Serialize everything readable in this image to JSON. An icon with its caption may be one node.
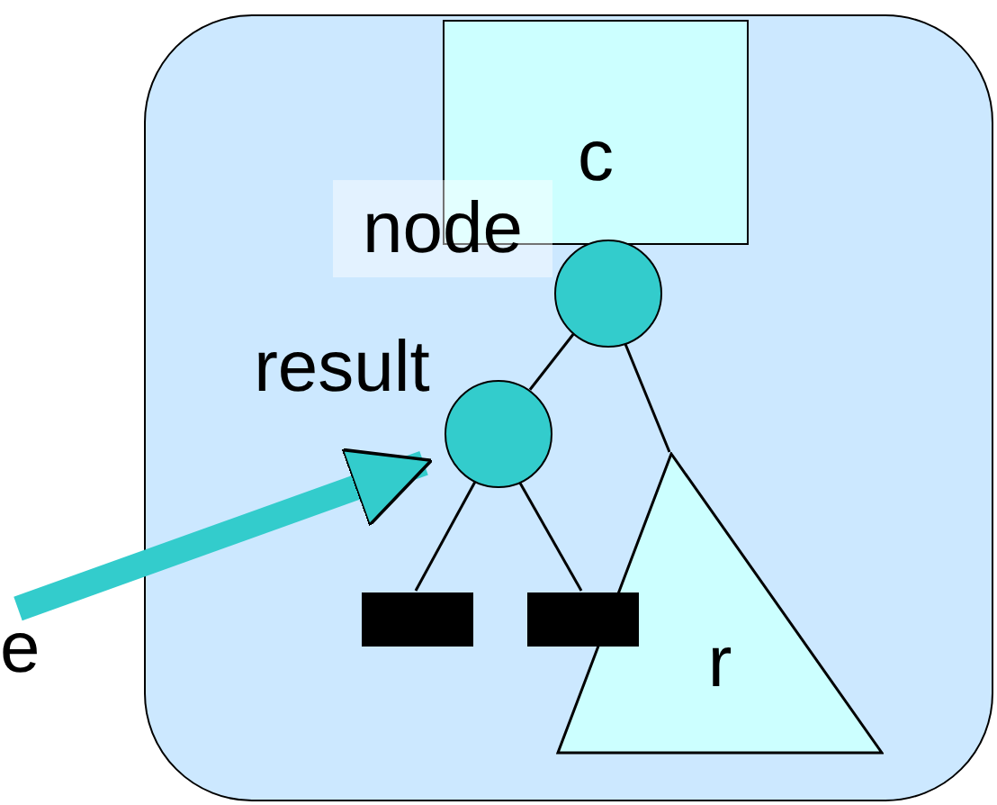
{
  "diagram": {
    "nodes": [
      {
        "text": [],
        "shape": "box"
      },
      {
        "text": [
          "c"
        ],
        "in": 0
      },
      {
        "text": [],
        "shape": "circle",
        "beside": [
          "node"
        ],
        "in": 0
      },
      {
        "text": [],
        "shape": "circle",
        "beside": [
          "result"
        ],
        "in": 0
      },
      {
        "text": [
          "e"
        ]
      },
      {
        "text": [
          "r"
        ],
        "in": 0
      },
      {
        "text": [],
        "shape": "bar",
        "in": 0
      },
      {
        "text": [],
        "shape": "bar",
        "in": 0
      }
    ],
    "edges": [
      {
        "from": 2,
        "to": 3,
        "arrow": "none"
      },
      {
        "from": 2,
        "to": 5,
        "arrow": "none"
      },
      {
        "from": 3,
        "to": 6,
        "arrow": "none"
      },
      {
        "from": 3,
        "to": 7,
        "arrow": "none"
      },
      {
        "from": 4,
        "to": 3,
        "arrow": "to",
        "style": "thick",
        "color": "#33cccc"
      }
    ]
  }
}
